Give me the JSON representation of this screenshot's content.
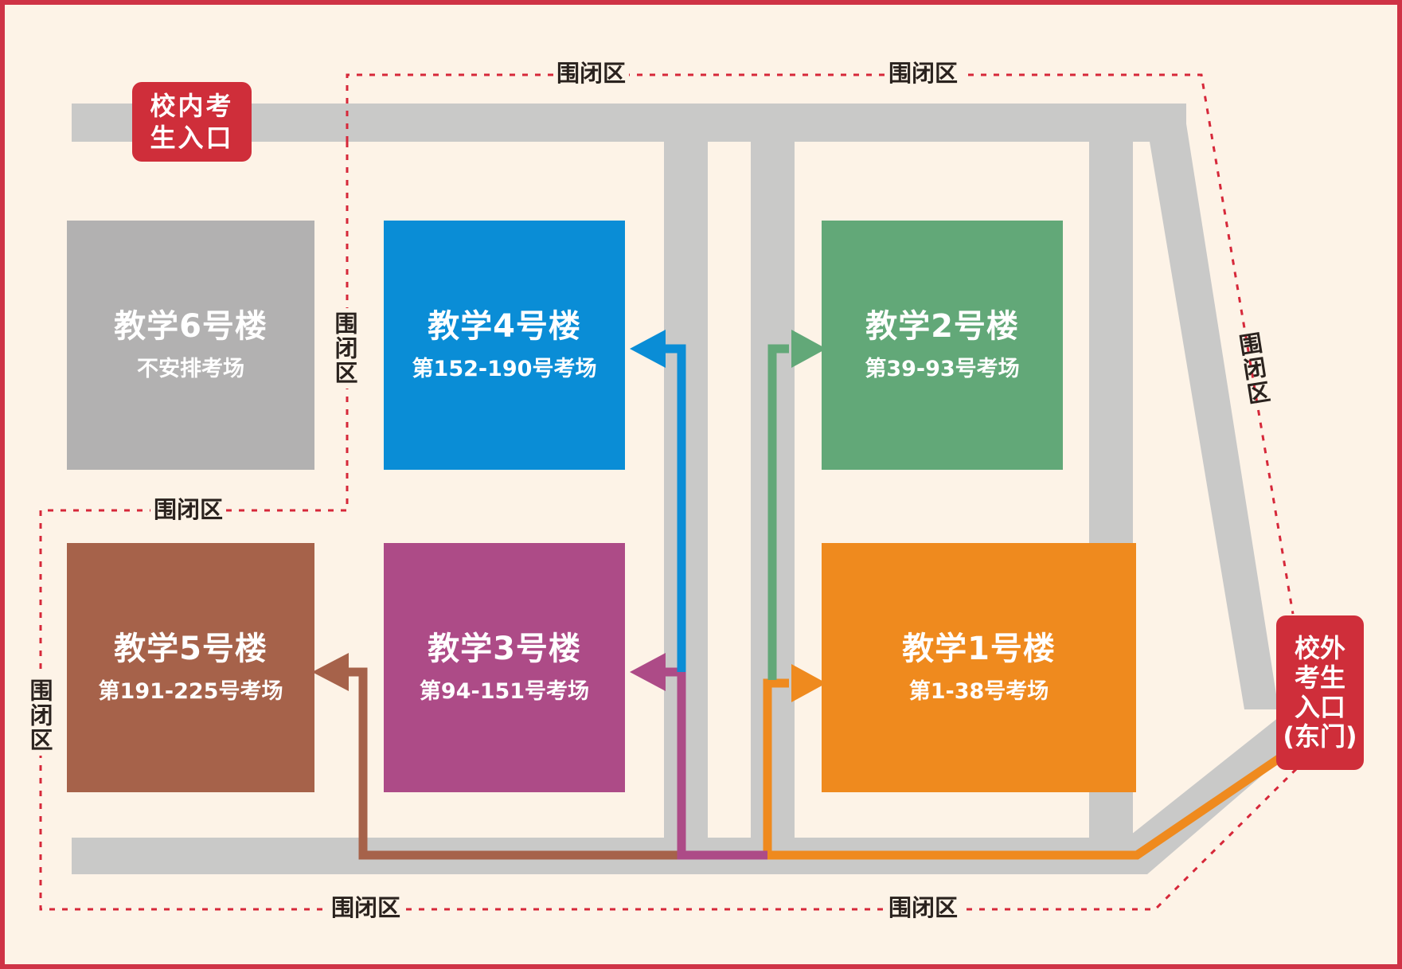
{
  "buildings": [
    {
      "name": "教学6号楼",
      "rooms": "不安排考场",
      "color": "#b2b1b1"
    },
    {
      "name": "教学4号楼",
      "rooms": "第152-190号考场",
      "color": "#0a8dd6"
    },
    {
      "name": "教学2号楼",
      "rooms": "第39-93号考场",
      "color": "#62a878"
    },
    {
      "name": "教学5号楼",
      "rooms": "第191-225号考场",
      "color": "#a6624a"
    },
    {
      "name": "教学3号楼",
      "rooms": "第94-151号考场",
      "color": "#ad4b87"
    },
    {
      "name": "教学1号楼",
      "rooms": "第1-38号考场",
      "color": "#ef8a1e"
    }
  ],
  "entrances": {
    "internal": {
      "line1": "校内考",
      "line2": "生入口"
    },
    "external": {
      "line1": "校外",
      "line2": "考生",
      "line3": "入口",
      "line4": "(东门)"
    }
  },
  "restricted_zone_label": "围闭区",
  "colors": {
    "background": "#fdf3e7",
    "frame": "#cf3346",
    "road": "#c9c9c8",
    "boundary": "#d6283a",
    "entrance_badge": "#cf2e3a"
  }
}
